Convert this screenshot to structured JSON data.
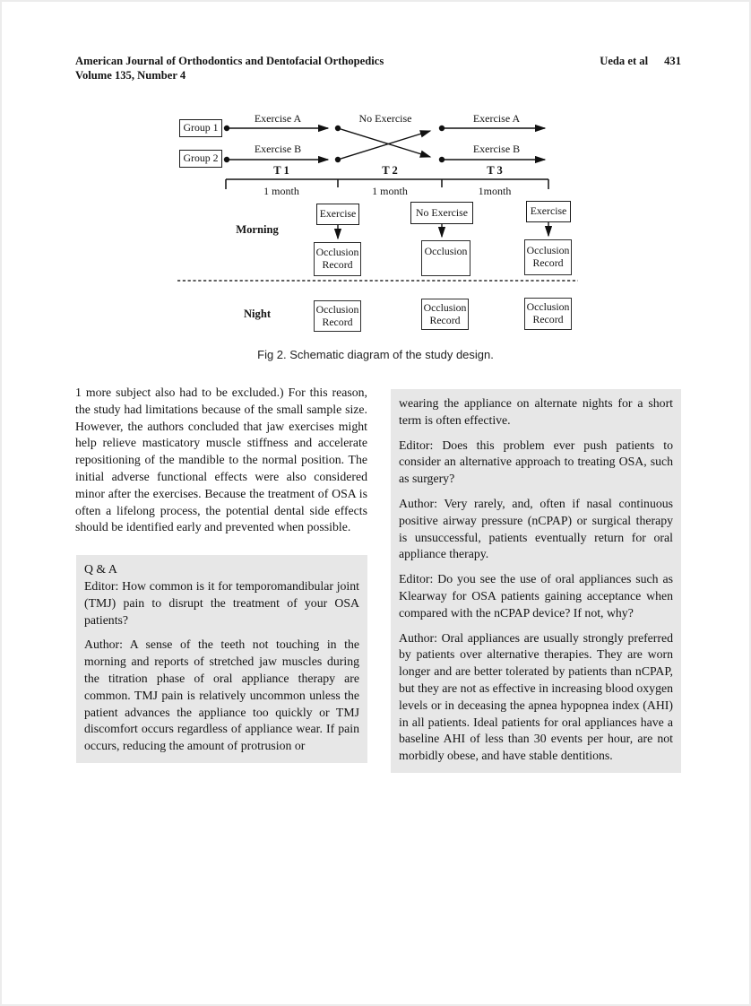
{
  "header": {
    "journal": "American Journal of Orthodontics and Dentofacial Orthopedics",
    "volume": "Volume 135, Number 4",
    "authors_ref": "Ueda et al",
    "page_number": "431"
  },
  "figure": {
    "caption": "Fig 2.  Schematic diagram of the study design.",
    "group1_label": "Group 1",
    "group2_label": "Group 2",
    "row1_labels": [
      "Exercise A",
      "No Exercise",
      "Exercise A"
    ],
    "row2_labels": [
      "Exercise B",
      "Exercise B"
    ],
    "timeline": {
      "t1": "T 1",
      "t2": "T 2",
      "t3": "T 3",
      "d1": "1 month",
      "d2": "1 month",
      "d3": "1month"
    },
    "schedule": {
      "morning_label": "Morning",
      "night_label": "Night",
      "morning_top": [
        "Exercise",
        "No Exercise",
        "Exercise"
      ],
      "morning_bottom": [
        "Occlusion\nRecord",
        "Occlusion",
        "Occlusion\nRecord"
      ],
      "night_boxes": [
        "Occlusion\nRecord",
        "Occlusion\nRecord",
        "Occlusion\nRecord"
      ]
    }
  },
  "left_column": {
    "intro": "1 more subject also had to be excluded.) For this reason, the study had limitations because of the small sample size. However, the authors concluded that jaw exercises might help relieve masticatory muscle stiffness and accelerate repositioning of the mandible to the normal position. The initial adverse functional effects were also considered minor after the exercises. Because the treatment of OSA is often a lifelong process, the potential dental side effects should be identified early and prevented when possible.",
    "qa_heading": "Q & A",
    "paragraphs": [
      {
        "speaker": "Editor:",
        "text": "How common is it for temporomandibular joint (TMJ) pain to disrupt the treatment of your OSA patients?"
      },
      {
        "speaker": "Author:",
        "text": "A sense of the teeth not touching in the morning and reports of stretched jaw muscles during the titration phase of oral appliance therapy are common. TMJ pain is relatively uncommon unless the patient advances the appliance too quickly or TMJ discomfort occurs regardless of appliance wear. If pain occurs, reducing the amount of protrusion or"
      }
    ]
  },
  "right_column": {
    "paragraphs": [
      {
        "speaker": "",
        "text": "wearing the appliance on alternate nights for a short term is often effective."
      },
      {
        "speaker": "Editor:",
        "text": "Does this problem ever push patients to consider an alternative approach to treating OSA, such as surgery?"
      },
      {
        "speaker": "Author:",
        "text": "Very rarely, and, often if nasal continuous positive airway pressure (nCPAP) or surgical therapy is unsuccessful, patients eventually return for oral appliance therapy."
      },
      {
        "speaker": "Editor:",
        "text": "Do you see the use of oral appliances such as Klearway for OSA patients gaining acceptance when compared with the nCPAP device? If not, why?"
      },
      {
        "speaker": "Author:",
        "text": "Oral appliances are usually strongly preferred by patients over alternative therapies. They are worn longer and are better tolerated by patients than nCPAP, but they are not as effective in increasing blood oxygen levels or in deceasing the apnea hypopnea index (AHI) in all patients. Ideal patients for oral appliances have a baseline AHI of less than 30 events per hour, are not morbidly obese, and have stable dentitions."
      }
    ]
  }
}
